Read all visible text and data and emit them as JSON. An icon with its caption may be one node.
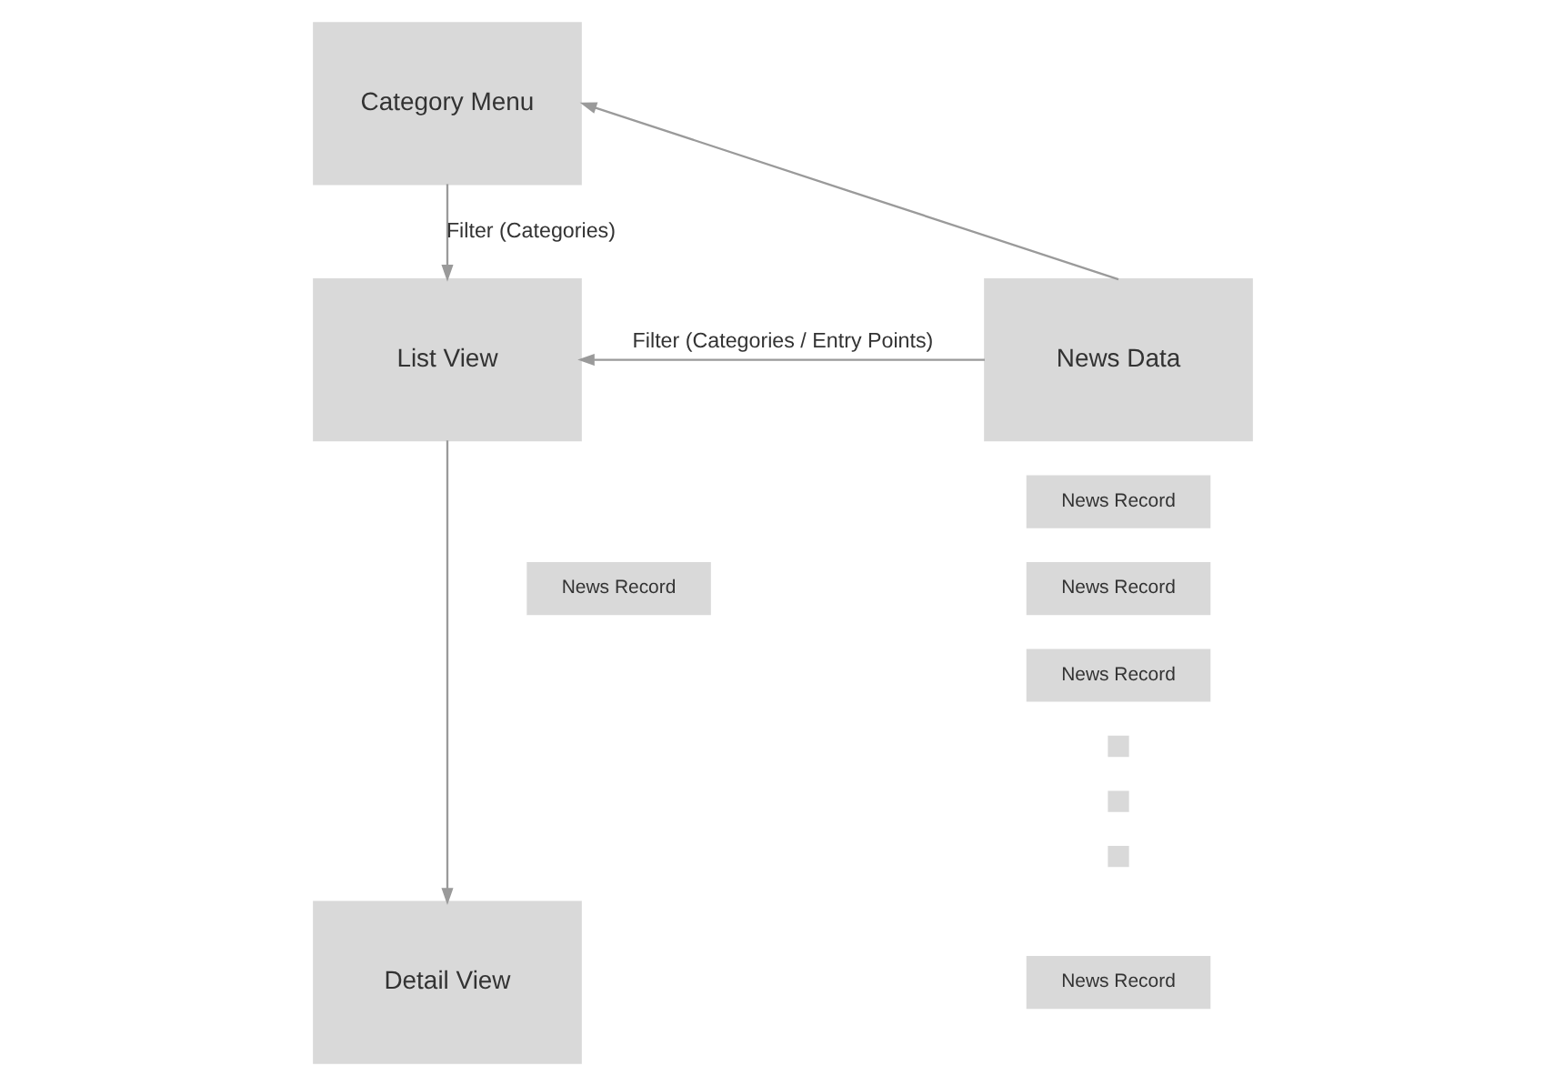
{
  "diagram": {
    "nodes": [
      {
        "text": [
          "Category Menu"
        ]
      },
      {
        "text": [
          "List View"
        ]
      },
      {
        "text": [
          "News Data"
        ]
      },
      {
        "text": [
          "News Record"
        ]
      },
      {
        "text": [
          "Detail View"
        ]
      },
      {
        "text": [
          "News Record"
        ]
      },
      {
        "text": [
          "News Record"
        ]
      },
      {
        "text": [
          "News Record"
        ]
      },
      {
        "text": [],
        "shape": "box"
      },
      {
        "text": [],
        "shape": "box"
      },
      {
        "text": [],
        "shape": "box"
      },
      {
        "text": [
          "News Record"
        ]
      }
    ],
    "edges": [
      {
        "from": 2,
        "to": 0,
        "arrow": "to"
      },
      {
        "from": 0,
        "to": 1,
        "arrow": "to",
        "label": "Filter (Categories)"
      },
      {
        "from": 2,
        "to": 1,
        "arrow": "to",
        "label": "Filter (Categories / Entry Points)"
      },
      {
        "from": 1,
        "to": 4,
        "arrow": "to"
      }
    ]
  }
}
